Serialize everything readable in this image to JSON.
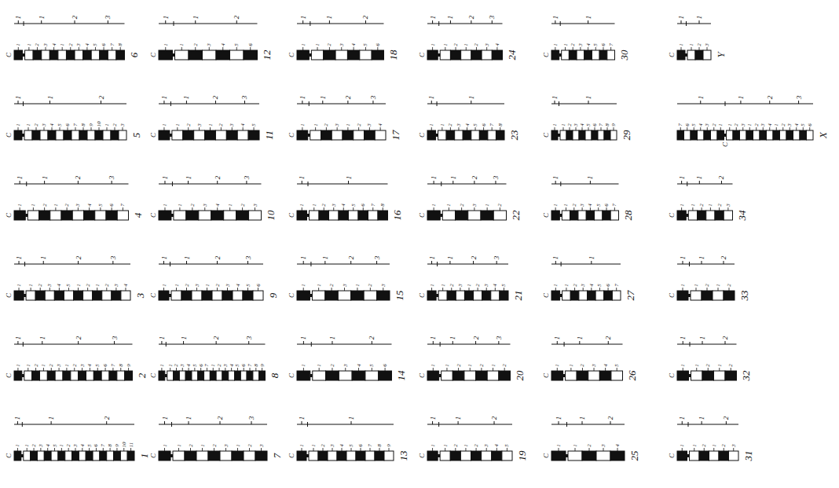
{
  "diagram": {
    "nodes": [
      {
        "text": [
          "1",
          "C",
          "1",
          "1",
          "2",
          "1",
          "1",
          "2",
          "3",
          "4",
          "5",
          "1",
          "2",
          "3",
          "4",
          "5",
          "6",
          "7",
          "8",
          "9",
          "10",
          "11"
        ]
      },
      {
        "text": [
          "2",
          "C",
          "1",
          "1",
          "2",
          "3",
          "1",
          "1",
          "2",
          "1",
          "2",
          "3",
          "1",
          "2",
          "3",
          "4",
          "5",
          "6",
          "7",
          "8",
          "9"
        ]
      },
      {
        "text": [
          "3",
          "C",
          "1",
          "1",
          "2",
          "3",
          "1",
          "1",
          "2",
          "3",
          "4",
          "5",
          "1",
          "2",
          "1",
          "2",
          "3",
          "4"
        ]
      },
      {
        "text": [
          "4",
          "C",
          "1",
          "1",
          "2",
          "3",
          "1",
          "1",
          "2",
          "1",
          "2",
          "3",
          "4",
          "5",
          "6",
          "7"
        ]
      },
      {
        "text": [
          "5",
          "C",
          "1",
          "1",
          "2",
          "1",
          "1",
          "2",
          "3",
          "4",
          "5",
          "6",
          "7",
          "8",
          "9",
          "10",
          "1",
          "2",
          "3"
        ]
      },
      {
        "text": [
          "6",
          "C",
          "1",
          "1",
          "2",
          "3",
          "1",
          "1",
          "2",
          "3",
          "4",
          "1",
          "2",
          "3",
          "4",
          "5",
          "6",
          "7",
          "8"
        ]
      },
      {
        "text": [
          "7",
          "C",
          "1",
          "1",
          "2",
          "3",
          "1",
          "1",
          "2",
          "1",
          "2",
          "3",
          "1",
          "2",
          "3"
        ]
      },
      {
        "text": [
          "8",
          "C",
          "1",
          "1",
          "2",
          "3",
          "1",
          "1",
          "2",
          "3",
          "4",
          "5",
          "6",
          "7",
          "1",
          "2",
          "3",
          "4",
          "5",
          "6",
          "7",
          "8",
          "9"
        ]
      },
      {
        "text": [
          "9",
          "C",
          "1",
          "1",
          "2",
          "3",
          "1",
          "1",
          "2",
          "3",
          "1",
          "2",
          "3",
          "4",
          "5",
          "6"
        ]
      },
      {
        "text": [
          "10",
          "C",
          "1",
          "1",
          "2",
          "3",
          "1",
          "1",
          "2",
          "3",
          "4",
          "1",
          "2",
          "3"
        ]
      },
      {
        "text": [
          "11",
          "C",
          "1",
          "1",
          "2",
          "3",
          "1",
          "1",
          "2",
          "3",
          "1",
          "2",
          "3",
          "4",
          "5"
        ]
      },
      {
        "text": [
          "12",
          "C",
          "1",
          "1",
          "2",
          "1",
          "1",
          "2",
          "3",
          "4",
          "5",
          "6"
        ]
      },
      {
        "text": [
          "13",
          "C",
          "1",
          "1",
          "1",
          "1",
          "2",
          "3",
          "4",
          "5",
          "6",
          "7",
          "8",
          "9"
        ]
      },
      {
        "text": [
          "14",
          "C",
          "1",
          "1",
          "2",
          "1",
          "1",
          "2",
          "3",
          "4",
          "5",
          "6"
        ]
      },
      {
        "text": [
          "15",
          "C",
          "1",
          "1",
          "2",
          "3",
          "1",
          "1",
          "2",
          "3",
          "1",
          "2",
          "3"
        ]
      },
      {
        "text": [
          "16",
          "C",
          "1",
          "1",
          "1",
          "1",
          "2",
          "3",
          "4",
          "5",
          "6",
          "7",
          "8"
        ]
      },
      {
        "text": [
          "17",
          "C",
          "1",
          "1",
          "2",
          "3",
          "1",
          "1",
          "2",
          "3",
          "1",
          "2",
          "3",
          "4"
        ]
      },
      {
        "text": [
          "18",
          "C",
          "1",
          "1",
          "2",
          "1",
          "1",
          "2",
          "3",
          "4",
          "5",
          "6"
        ]
      },
      {
        "text": [
          "19",
          "C",
          "1",
          "1",
          "2",
          "1",
          "1",
          "2",
          "1",
          "2",
          "3",
          "4",
          "5"
        ]
      },
      {
        "text": [
          "20",
          "C",
          "1",
          "1",
          "2",
          "3",
          "1",
          "1",
          "2",
          "1",
          "2",
          "1",
          "2"
        ]
      },
      {
        "text": [
          "21",
          "C",
          "1",
          "1",
          "2",
          "3",
          "1",
          "1",
          "2",
          "3",
          "1",
          "2",
          "3",
          "4",
          "5"
        ]
      },
      {
        "text": [
          "22",
          "C",
          "1",
          "1",
          "2",
          "3",
          "1",
          "1",
          "2",
          "3",
          "1",
          "2"
        ]
      },
      {
        "text": [
          "23",
          "C",
          "1",
          "1",
          "1",
          "1",
          "2",
          "3",
          "4",
          "5",
          "6",
          "7",
          "8"
        ]
      },
      {
        "text": [
          "24",
          "C",
          "1",
          "1",
          "2",
          "3",
          "1",
          "1",
          "2",
          "1",
          "2",
          "3",
          "4"
        ]
      },
      {
        "text": [
          "25",
          "C",
          "1",
          "1",
          "2",
          "1",
          "1",
          "2",
          "3",
          "4"
        ]
      },
      {
        "text": [
          "26",
          "C",
          "1",
          "1",
          "2",
          "1",
          "1",
          "2",
          "3",
          "4",
          "5"
        ]
      },
      {
        "text": [
          "27",
          "C",
          "1",
          "1",
          "1",
          "1",
          "2",
          "3",
          "4",
          "5",
          "6",
          "7"
        ]
      },
      {
        "text": [
          "28",
          "C",
          "1",
          "1",
          "1",
          "1",
          "2",
          "3",
          "4",
          "5",
          "6",
          "7"
        ]
      },
      {
        "text": [
          "29",
          "C",
          "1",
          "1",
          "1",
          "1",
          "2",
          "3",
          "4",
          "5",
          "6",
          "7",
          "8",
          "9"
        ]
      },
      {
        "text": [
          "30",
          "C",
          "1",
          "1",
          "1",
          "1",
          "2",
          "3",
          "4",
          "5",
          "6",
          "7"
        ]
      },
      {
        "text": [
          "31",
          "C",
          "1",
          "1",
          "2",
          "1",
          "1",
          "2",
          "1",
          "2",
          "3"
        ]
      },
      {
        "text": [
          "32",
          "C",
          "1",
          "1",
          "2",
          "1",
          "1",
          "2",
          "1",
          "2"
        ]
      },
      {
        "text": [
          "33",
          "C",
          "1",
          "1",
          "2",
          "1",
          "1",
          "2",
          "1",
          "2"
        ]
      },
      {
        "text": [
          "34",
          "C",
          "1",
          "1",
          "2",
          "1",
          "1",
          "2",
          "1",
          "2",
          "3"
        ]
      },
      {
        "text": [
          "X",
          "C",
          "1",
          "1",
          "2",
          "3",
          "7",
          "6",
          "5",
          "4",
          "3",
          "2",
          "1",
          "1",
          "2",
          "3",
          "1",
          "2",
          "3",
          "4",
          "1",
          "2",
          "3",
          "4",
          "5",
          "6"
        ]
      },
      {
        "text": [
          "Y",
          "C",
          "1",
          "1",
          "1",
          "1",
          "2",
          "3"
        ]
      }
    ]
  }
}
